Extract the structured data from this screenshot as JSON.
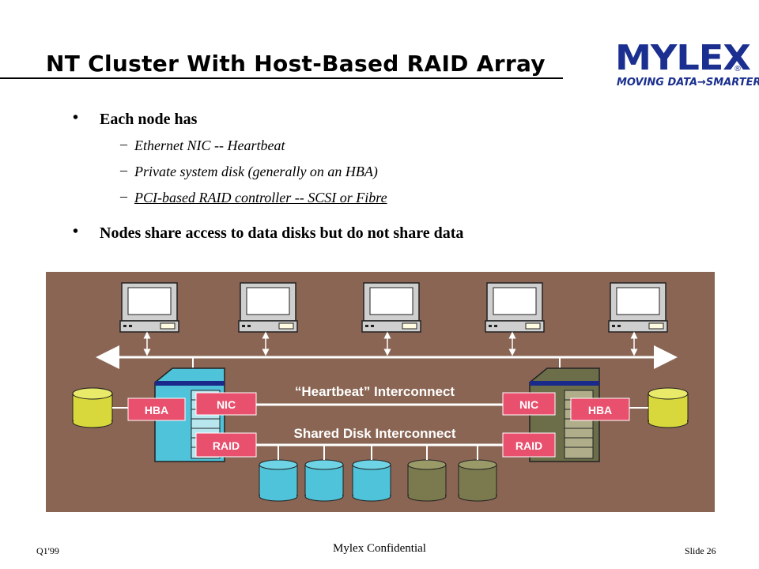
{
  "title": "NT Cluster With Host-Based RAID Array",
  "logo": {
    "word": "MYLEX",
    "registered": "®",
    "tagline": "MOVING DATA→SMARTER"
  },
  "bullets": [
    {
      "text": "Each node has",
      "subitems": [
        {
          "text": "Ethernet NIC -- Heartbeat",
          "underline": false
        },
        {
          "text": "Private system disk (generally on an HBA)",
          "underline": false
        },
        {
          "text": "PCI-based RAID controller -- SCSI or Fibre",
          "underline": true
        }
      ]
    },
    {
      "text": "Nodes share access to data disks but do not share data",
      "subitems": []
    }
  ],
  "diagram": {
    "workstations": 5,
    "heartbeat_label": "“Heartbeat” Interconnect",
    "shared_label": "Shared Disk Interconnect",
    "left_node": {
      "hba": "HBA",
      "nic": "NIC",
      "raid": "RAID",
      "color": "#4fc3d9"
    },
    "right_node": {
      "hba": "HBA",
      "nic": "NIC",
      "raid": "RAID",
      "color": "#6b6e49"
    },
    "shared_disks": [
      {
        "color": "#4fc3d9"
      },
      {
        "color": "#4fc3d9"
      },
      {
        "color": "#4fc3d9"
      },
      {
        "color": "#8c8c5a"
      },
      {
        "color": "#8c8c5a"
      }
    ],
    "local_disk_color": "#d8d83c",
    "label_color": "#e8506e",
    "panel_color": "#8a6553"
  },
  "footer": {
    "left": "Q1'99",
    "center": "Mylex Confidential",
    "right": "Slide  26"
  }
}
